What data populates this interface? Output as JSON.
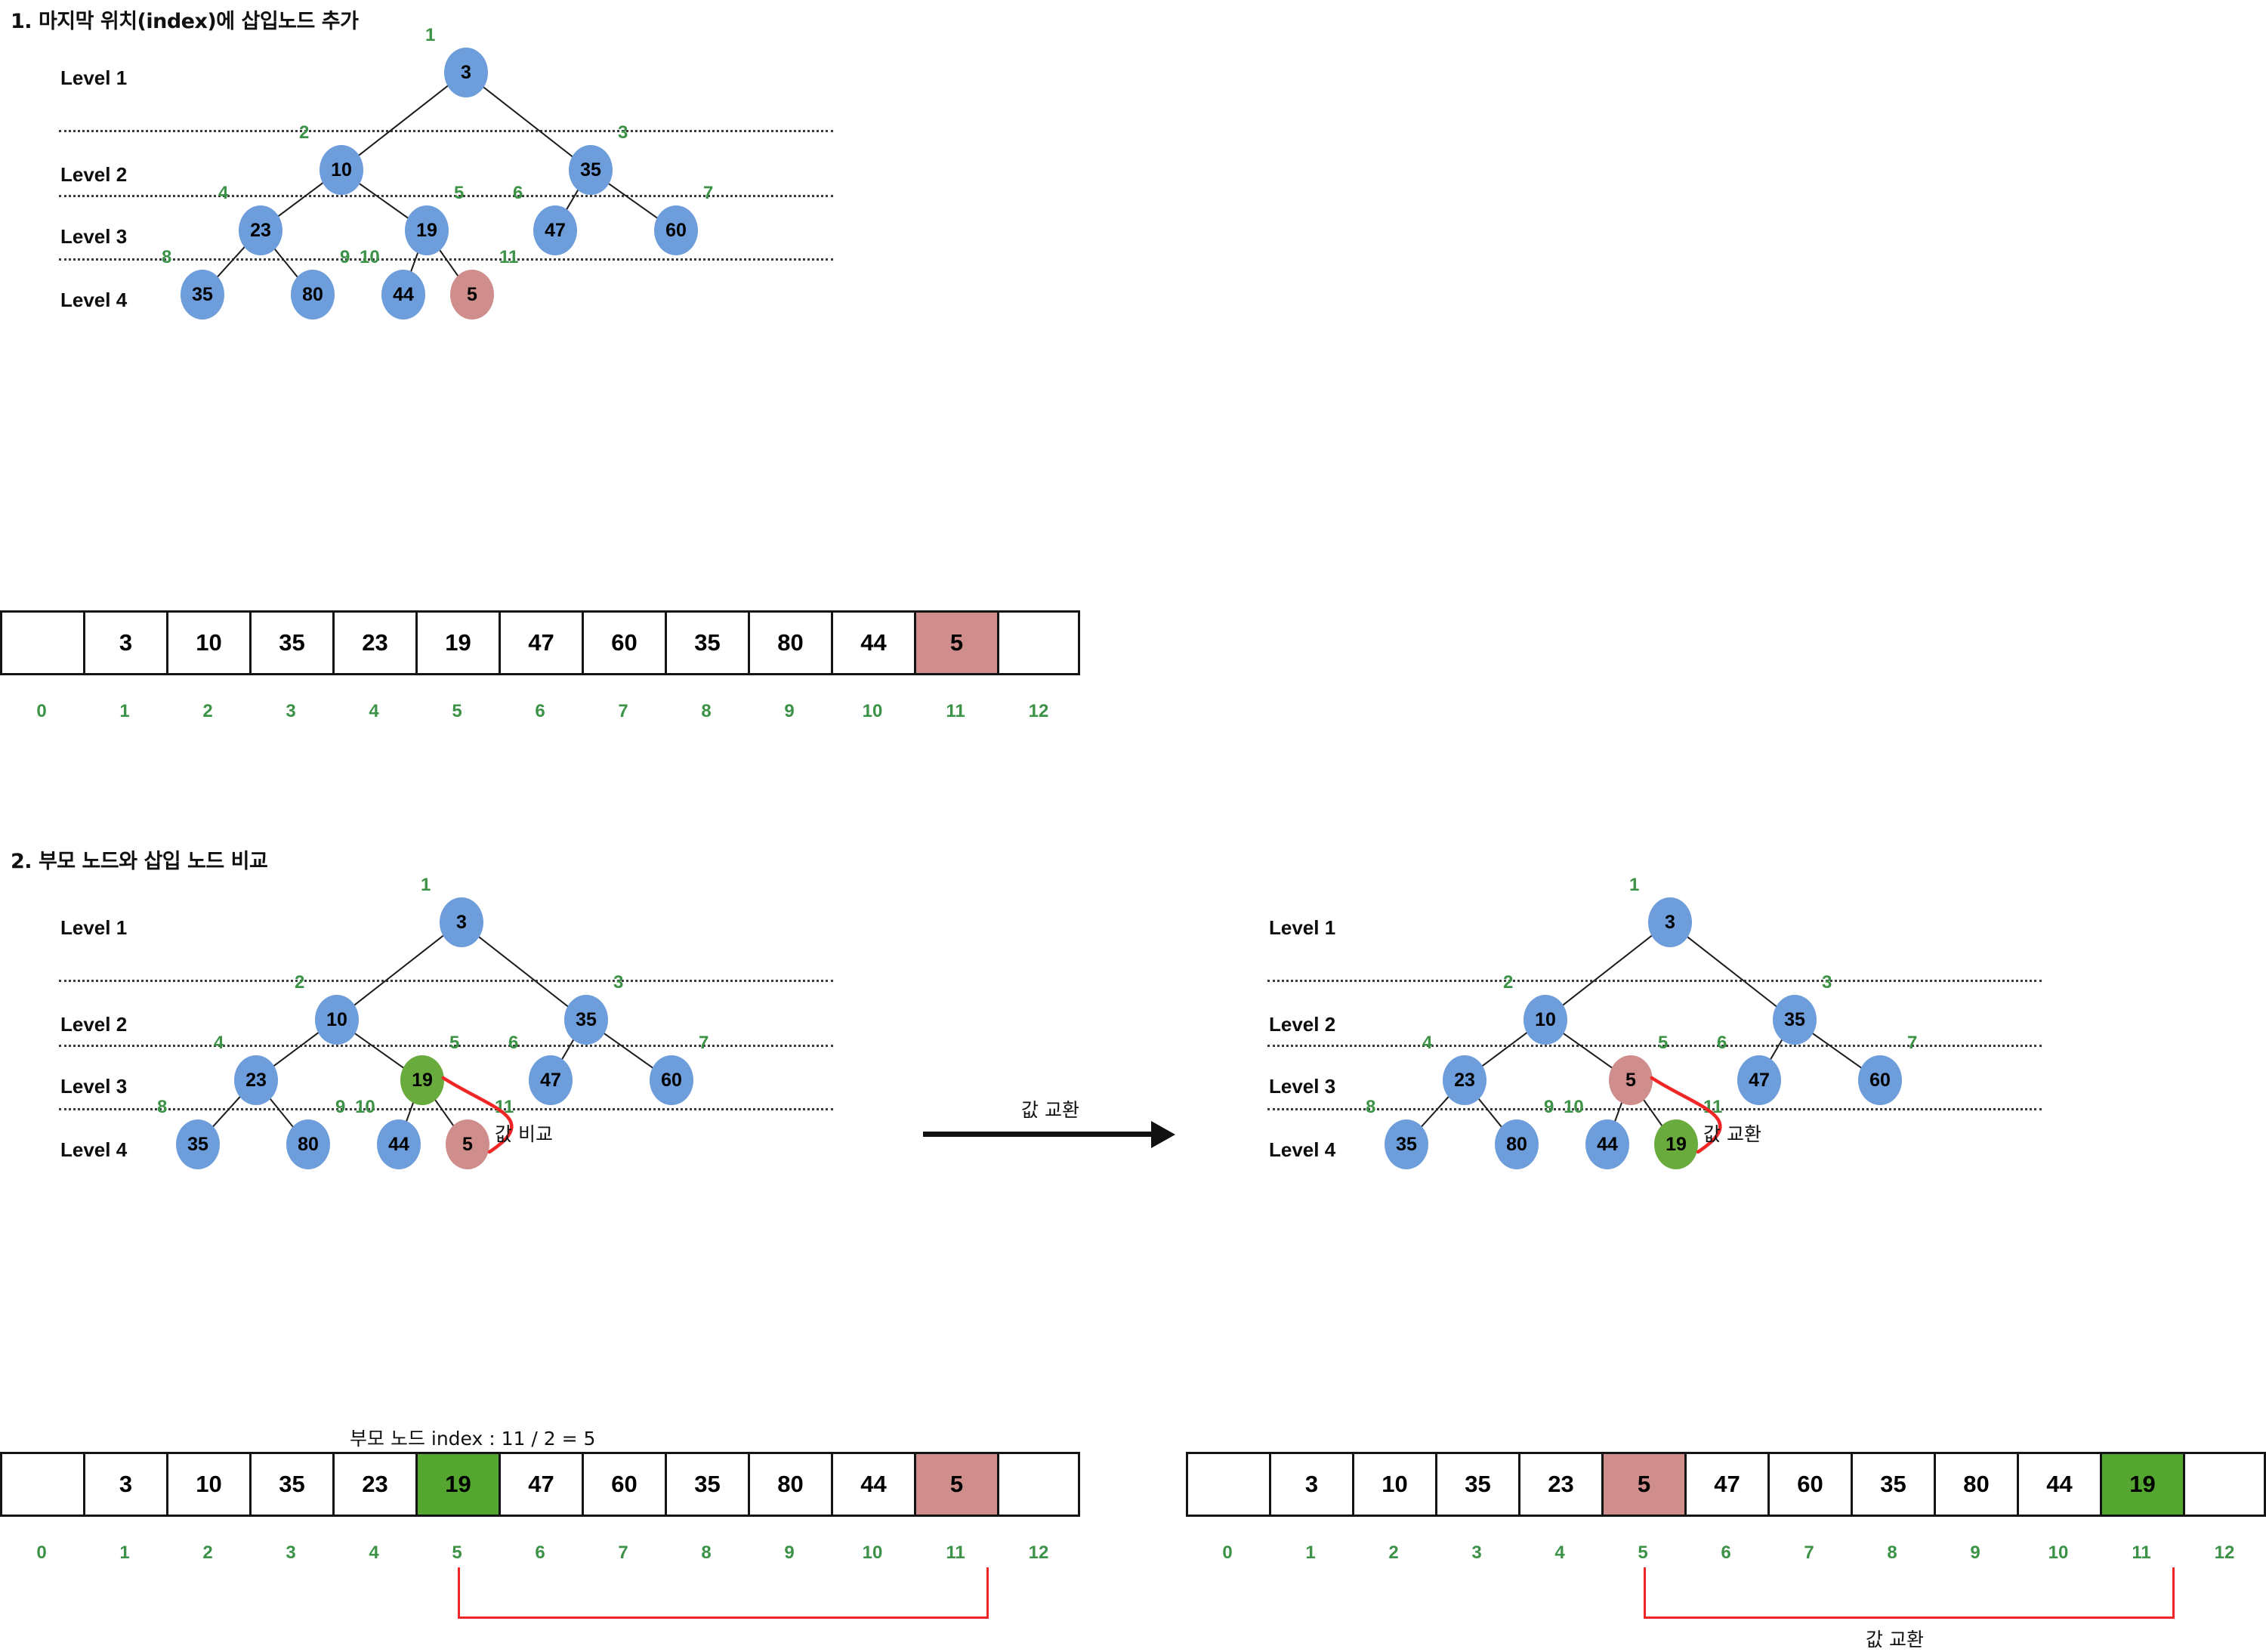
{
  "sections": [
    {
      "id": "section-1",
      "title": "1. 마지막 위치(index)에 삽입노드 추가",
      "levels": [
        "Level 1",
        "Level 2",
        "Level 3",
        "Level 4"
      ],
      "tree": {
        "nodes": [
          {
            "index": "1",
            "value": "3",
            "color": "blue"
          },
          {
            "index": "2",
            "value": "10",
            "color": "blue"
          },
          {
            "index": "3",
            "value": "35",
            "color": "blue"
          },
          {
            "index": "4",
            "value": "23",
            "color": "blue"
          },
          {
            "index": "5",
            "value": "19",
            "color": "blue"
          },
          {
            "index": "6",
            "value": "47",
            "color": "blue"
          },
          {
            "index": "7",
            "value": "60",
            "color": "blue"
          },
          {
            "index": "8",
            "value": "35",
            "color": "blue"
          },
          {
            "index": "9",
            "value": "80",
            "color": "blue"
          },
          {
            "index": "10",
            "value": "44",
            "color": "blue"
          },
          {
            "index": "11",
            "value": "5",
            "color": "red"
          }
        ]
      },
      "array": {
        "cells": [
          {
            "value": "",
            "color": "white"
          },
          {
            "value": "3",
            "color": "white"
          },
          {
            "value": "10",
            "color": "white"
          },
          {
            "value": "35",
            "color": "white"
          },
          {
            "value": "23",
            "color": "white"
          },
          {
            "value": "19",
            "color": "white"
          },
          {
            "value": "47",
            "color": "white"
          },
          {
            "value": "60",
            "color": "white"
          },
          {
            "value": "35",
            "color": "white"
          },
          {
            "value": "80",
            "color": "white"
          },
          {
            "value": "44",
            "color": "white"
          },
          {
            "value": "5",
            "color": "red"
          },
          {
            "value": "",
            "color": "white"
          }
        ],
        "indices": [
          "0",
          "1",
          "2",
          "3",
          "4",
          "5",
          "6",
          "7",
          "8",
          "9",
          "10",
          "11",
          "12"
        ]
      }
    },
    {
      "id": "section-2",
      "title": "2. 부모 노드와 삽입 노드 비교",
      "levels": [
        "Level 1",
        "Level 2",
        "Level 3",
        "Level 4"
      ],
      "transition_label": "값 교환",
      "left": {
        "tree": {
          "nodes": [
            {
              "index": "1",
              "value": "3",
              "color": "blue"
            },
            {
              "index": "2",
              "value": "10",
              "color": "blue"
            },
            {
              "index": "3",
              "value": "35",
              "color": "blue"
            },
            {
              "index": "4",
              "value": "23",
              "color": "blue"
            },
            {
              "index": "5",
              "value": "19",
              "color": "green"
            },
            {
              "index": "6",
              "value": "47",
              "color": "blue"
            },
            {
              "index": "7",
              "value": "60",
              "color": "blue"
            },
            {
              "index": "8",
              "value": "35",
              "color": "blue"
            },
            {
              "index": "9",
              "value": "80",
              "color": "blue"
            },
            {
              "index": "10",
              "value": "44",
              "color": "blue"
            },
            {
              "index": "11",
              "value": "5",
              "color": "red"
            }
          ],
          "curve_label": "값 비교"
        },
        "array": {
          "caption": "부모 노드 index : 11 / 2 = 5",
          "cells": [
            {
              "value": "",
              "color": "white"
            },
            {
              "value": "3",
              "color": "white"
            },
            {
              "value": "10",
              "color": "white"
            },
            {
              "value": "35",
              "color": "white"
            },
            {
              "value": "23",
              "color": "white"
            },
            {
              "value": "19",
              "color": "green"
            },
            {
              "value": "47",
              "color": "white"
            },
            {
              "value": "60",
              "color": "white"
            },
            {
              "value": "35",
              "color": "white"
            },
            {
              "value": "80",
              "color": "white"
            },
            {
              "value": "44",
              "color": "white"
            },
            {
              "value": "5",
              "color": "red"
            },
            {
              "value": "",
              "color": "white"
            }
          ],
          "indices": [
            "0",
            "1",
            "2",
            "3",
            "4",
            "5",
            "6",
            "7",
            "8",
            "9",
            "10",
            "11",
            "12"
          ],
          "bracket_label": ""
        }
      },
      "right": {
        "tree": {
          "nodes": [
            {
              "index": "1",
              "value": "3",
              "color": "blue"
            },
            {
              "index": "2",
              "value": "10",
              "color": "blue"
            },
            {
              "index": "3",
              "value": "35",
              "color": "blue"
            },
            {
              "index": "4",
              "value": "23",
              "color": "blue"
            },
            {
              "index": "5",
              "value": "5",
              "color": "red"
            },
            {
              "index": "6",
              "value": "47",
              "color": "blue"
            },
            {
              "index": "7",
              "value": "60",
              "color": "blue"
            },
            {
              "index": "8",
              "value": "35",
              "color": "blue"
            },
            {
              "index": "9",
              "value": "80",
              "color": "blue"
            },
            {
              "index": "10",
              "value": "44",
              "color": "blue"
            },
            {
              "index": "11",
              "value": "19",
              "color": "green"
            }
          ],
          "curve_label": "값 교환"
        },
        "array": {
          "caption": "",
          "cells": [
            {
              "value": "",
              "color": "white"
            },
            {
              "value": "3",
              "color": "white"
            },
            {
              "value": "10",
              "color": "white"
            },
            {
              "value": "35",
              "color": "white"
            },
            {
              "value": "23",
              "color": "white"
            },
            {
              "value": "5",
              "color": "red"
            },
            {
              "value": "47",
              "color": "white"
            },
            {
              "value": "60",
              "color": "white"
            },
            {
              "value": "35",
              "color": "white"
            },
            {
              "value": "80",
              "color": "white"
            },
            {
              "value": "44",
              "color": "white"
            },
            {
              "value": "19",
              "color": "green"
            },
            {
              "value": "",
              "color": "white"
            }
          ],
          "indices": [
            "0",
            "1",
            "2",
            "3",
            "4",
            "5",
            "6",
            "7",
            "8",
            "9",
            "10",
            "11",
            "12"
          ],
          "bracket_label": "값 교환"
        }
      }
    }
  ],
  "colors": {
    "node_blue": "#6d9ddb",
    "node_red": "#cf8d8b",
    "node_green": "#6aab3e",
    "index_green": "#3c9246",
    "cell_green": "#55a630",
    "accent_red": "#f02626",
    "line_black": "#1a1a1a"
  }
}
